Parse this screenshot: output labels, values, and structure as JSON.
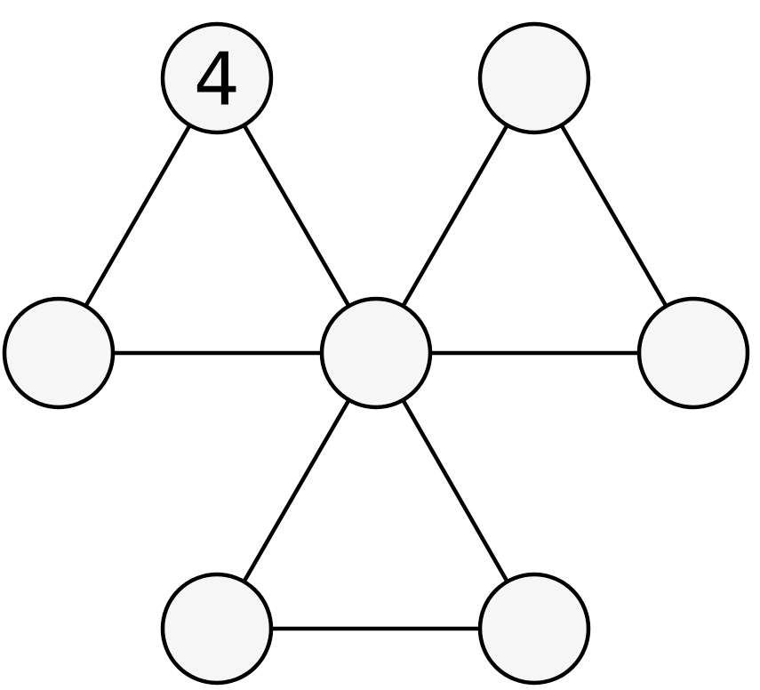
{
  "diagram": {
    "nodes": [
      {
        "id": "top-left",
        "label": "4"
      },
      {
        "id": "top-right",
        "label": ""
      },
      {
        "id": "middle-left",
        "label": ""
      },
      {
        "id": "center",
        "label": ""
      },
      {
        "id": "middle-right",
        "label": ""
      },
      {
        "id": "bottom-left",
        "label": ""
      },
      {
        "id": "bottom-right",
        "label": ""
      }
    ],
    "edges": [
      {
        "from": "top-left",
        "to": "middle-left"
      },
      {
        "from": "top-left",
        "to": "center"
      },
      {
        "from": "middle-left",
        "to": "center"
      },
      {
        "from": "top-right",
        "to": "center"
      },
      {
        "from": "top-right",
        "to": "middle-right"
      },
      {
        "from": "center",
        "to": "middle-right"
      },
      {
        "from": "center",
        "to": "bottom-left"
      },
      {
        "from": "center",
        "to": "bottom-right"
      },
      {
        "from": "bottom-left",
        "to": "bottom-right"
      }
    ]
  },
  "colors": {
    "stroke": "#000000",
    "node_fill": "#f6f6f6",
    "background": "#ffffff"
  }
}
